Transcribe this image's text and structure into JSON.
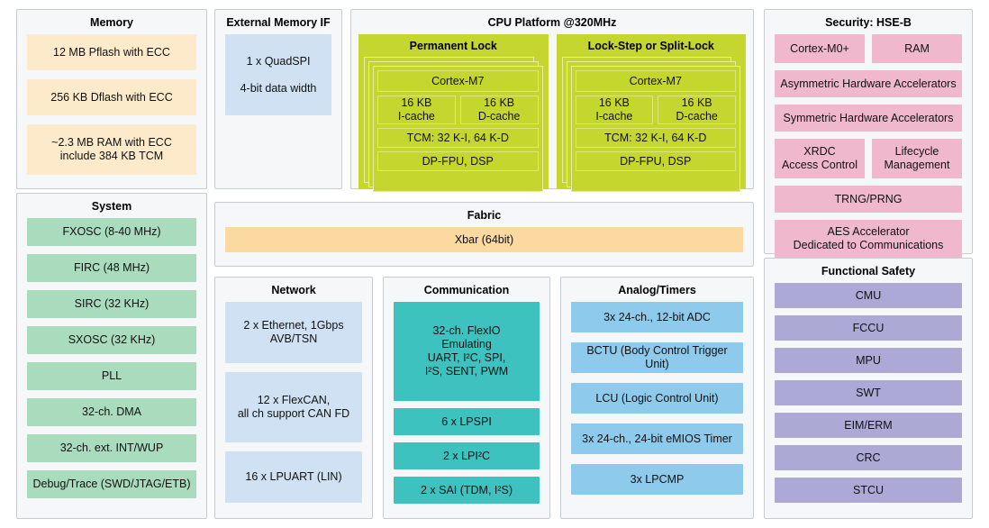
{
  "memory": {
    "title": "Memory",
    "blocks": [
      "12 MB Pflash with ECC",
      "256 KB Dflash with ECC",
      "~2.3 MB RAM with ECC\ninclude 384 KB TCM"
    ]
  },
  "external_memory": {
    "title": "External Memory IF",
    "blocks": [
      "1 x QuadSPI\n\n4-bit data width"
    ]
  },
  "cpu": {
    "title": "CPU Platform @320MHz",
    "cores": [
      {
        "title": "Permanent Lock",
        "cpu": "Cortex-M7",
        "icache": "16 KB\nI-cache",
        "dcache": "16 KB\nD-cache",
        "tcm": "TCM: 32 K-I, 64 K-D",
        "fpu": "DP-FPU, DSP"
      },
      {
        "title": "Lock-Step or Split-Lock",
        "cpu": "Cortex-M7",
        "icache": "16 KB\nI-cache",
        "dcache": "16 KB\nD-cache",
        "tcm": "TCM: 32 K-I, 64 K-D",
        "fpu": "DP-FPU, DSP"
      }
    ]
  },
  "security": {
    "title": "Security: HSE-B",
    "row1": [
      "Cortex-M0+",
      "RAM"
    ],
    "asym": "Asymmetric Hardware Accelerators",
    "sym": "Symmetric Hardware Accelerators",
    "row2": [
      "XRDC\nAccess Control",
      "Lifecycle\nManagement"
    ],
    "trng": "TRNG/PRNG",
    "aes": "AES Accelerator\nDedicated to Communications"
  },
  "system": {
    "title": "System",
    "blocks": [
      "FXOSC (8-40 MHz)",
      "FIRC (48 MHz)",
      "SIRC (32 KHz)",
      "SXOSC (32 KHz)",
      "PLL",
      "32-ch. DMA",
      "32-ch. ext. INT/WUP",
      "Debug/Trace (SWD/JTAG/ETB)"
    ]
  },
  "fabric": {
    "title": "Fabric",
    "blocks": [
      "Xbar (64bit)"
    ]
  },
  "network": {
    "title": "Network",
    "blocks": [
      "2 x Ethernet, 1Gbps\nAVB/TSN",
      "12 x FlexCAN,\nall ch support CAN FD",
      "16 x LPUART (LIN)"
    ]
  },
  "communication": {
    "title": "Communication",
    "blocks": [
      "32-ch. FlexIO\nEmulating\nUART, I²C, SPI,\nI²S, SENT, PWM",
      "6 x LPSPI",
      "2 x LPI²C",
      "2 x SAI (TDM, I²S)"
    ]
  },
  "analog_timers": {
    "title": "Analog/Timers",
    "blocks": [
      "3x 24-ch., 12-bit ADC",
      "BCTU (Body Control Trigger Unit)",
      "LCU (Logic Control Unit)",
      "3x 24-ch., 24-bit eMIOS Timer",
      "3x LPCMP"
    ]
  },
  "functional_safety": {
    "title": "Functional Safety",
    "blocks": [
      "CMU",
      "FCCU",
      "MPU",
      "SWT",
      "EIM/ERM",
      "CRC",
      "STCU"
    ]
  },
  "colors": {
    "memory": "#fceaca",
    "external_memory": "#cfe1f2",
    "cpu": "#c5d62e",
    "security": "#f0b8cc",
    "system": "#a8dcbd",
    "fabric": "#fbd9a0",
    "network": "#cfe1f2",
    "communication": "#3ec2c0",
    "analog_timers": "#8ecaec",
    "functional_safety": "#ada9d6",
    "panel_bg": "#f5f7f8",
    "panel_border": "#c9ccce"
  }
}
